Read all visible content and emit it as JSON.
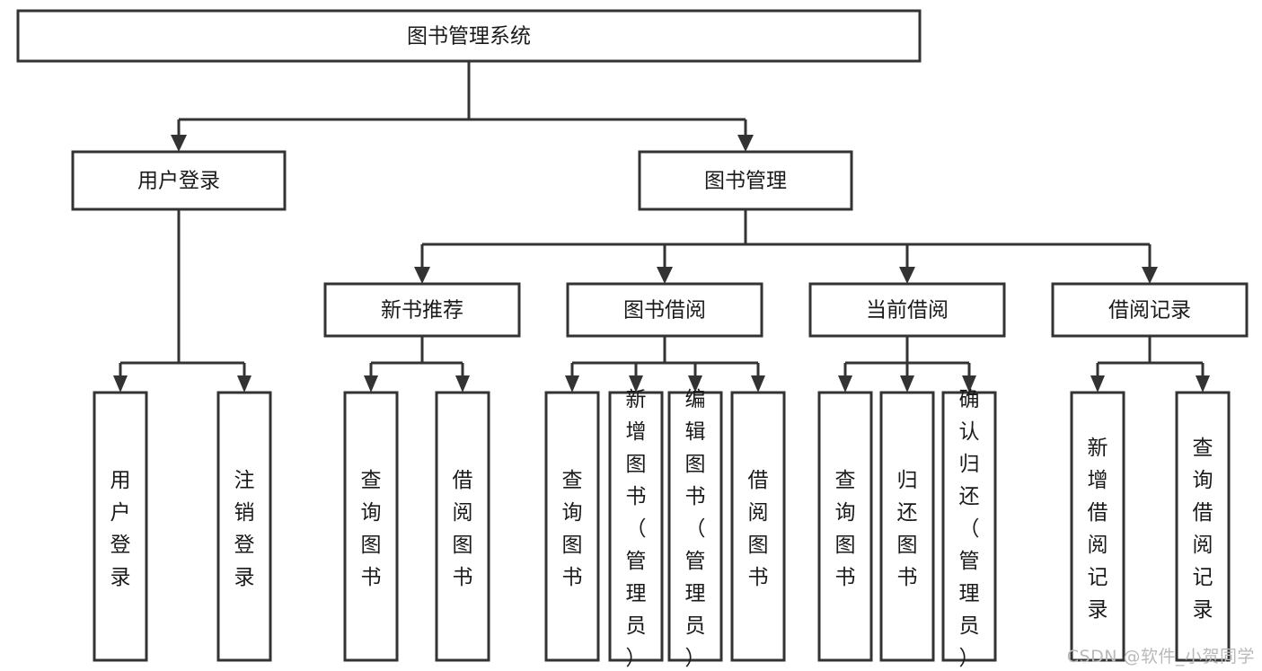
{
  "diagram": {
    "type": "tree-hierarchy",
    "title": "图书管理系统",
    "orientation": "top-down",
    "colors": {
      "box_stroke": "#333333",
      "box_fill": "#ffffff",
      "text": "#1a1a1a",
      "background": "#ffffff",
      "watermark": "#b9b9b9"
    },
    "root": {
      "label": "图书管理系统"
    },
    "level1": [
      {
        "id": "user-login",
        "label": "用户登录"
      },
      {
        "id": "book-management",
        "label": "图书管理"
      }
    ],
    "level2": [
      {
        "id": "new-book-recommend",
        "label": "新书推荐",
        "parent": "book-management"
      },
      {
        "id": "book-borrow",
        "label": "图书借阅",
        "parent": "book-management"
      },
      {
        "id": "current-borrow",
        "label": "当前借阅",
        "parent": "book-management"
      },
      {
        "id": "borrow-record",
        "label": "借阅记录",
        "parent": "book-management"
      }
    ],
    "leaves": [
      {
        "id": "leaf-user-login",
        "label": "用户登录",
        "parent": "user-login"
      },
      {
        "id": "leaf-logout-login",
        "label": "注销登录",
        "parent": "user-login"
      },
      {
        "id": "leaf-query-book-1",
        "label": "查询图书",
        "parent": "new-book-recommend"
      },
      {
        "id": "leaf-borrow-book-1",
        "label": "借阅图书",
        "parent": "new-book-recommend"
      },
      {
        "id": "leaf-query-book-2",
        "label": "查询图书",
        "parent": "book-borrow"
      },
      {
        "id": "leaf-add-book",
        "label": "新增图书（管理员）",
        "parent": "book-borrow"
      },
      {
        "id": "leaf-edit-book",
        "label": "编辑图书（管理员）",
        "parent": "book-borrow"
      },
      {
        "id": "leaf-borrow-book-2",
        "label": "借阅图书",
        "parent": "book-borrow"
      },
      {
        "id": "leaf-query-book-3",
        "label": "查询图书",
        "parent": "current-borrow"
      },
      {
        "id": "leaf-return-book",
        "label": "归还图书",
        "parent": "current-borrow"
      },
      {
        "id": "leaf-confirm-return",
        "label": "确认归还（管理员）",
        "parent": "current-borrow"
      },
      {
        "id": "leaf-add-record",
        "label": "新增借阅记录",
        "parent": "borrow-record"
      },
      {
        "id": "leaf-query-record",
        "label": "查询借阅记录",
        "parent": "borrow-record"
      }
    ],
    "watermark": "CSDN @软件_小贺同学"
  }
}
